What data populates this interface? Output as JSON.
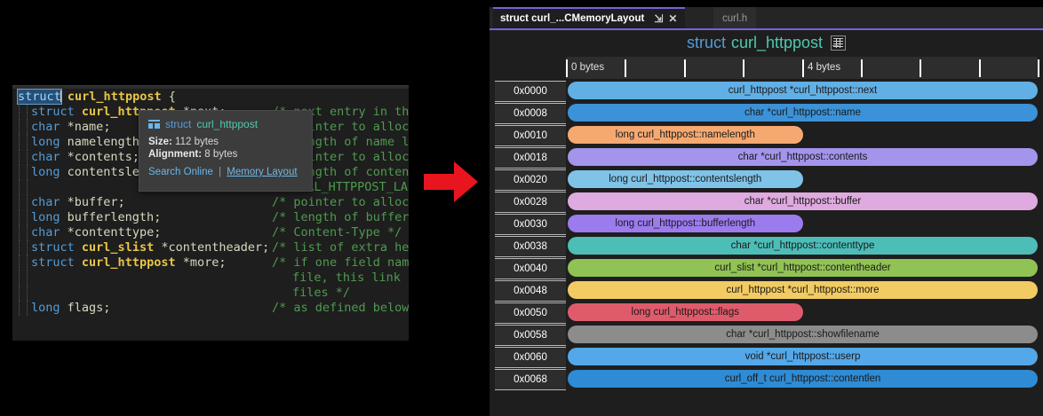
{
  "code_editor": {
    "lines": [
      {
        "indent": 0,
        "code": "struct curl_httppost {",
        "comment": "",
        "selected_word": "struct"
      },
      {
        "indent": 1,
        "code": "struct curl_httppost *next;",
        "comment": "/* next entry in the"
      },
      {
        "indent": 1,
        "code": "char *name;",
        "comment": "/* pointer to allocat"
      },
      {
        "indent": 1,
        "code": "long namelength;",
        "comment": "/* length of name len"
      },
      {
        "indent": 1,
        "code": "char *contents;",
        "comment": "/* pointer to allocat"
      },
      {
        "indent": 1,
        "code": "long contentslength;",
        "comment": "/* length of contents"
      },
      {
        "indent": 1,
        "code": "",
        "comment": "CURL_HTTPPOST_LARG"
      },
      {
        "indent": 1,
        "code": "char *buffer;",
        "comment": "/* pointer to allocat"
      },
      {
        "indent": 1,
        "code": "long bufferlength;",
        "comment": "/* length of buffer f"
      },
      {
        "indent": 1,
        "code": "char *contenttype;",
        "comment": "/* Content-Type */"
      },
      {
        "indent": 1,
        "code": "struct curl_slist *contentheader;",
        "comment": "/* list of extra head"
      },
      {
        "indent": 1,
        "code": "struct curl_httppost *more;",
        "comment": "/* if one field name"
      },
      {
        "indent": 1,
        "code": "",
        "comment": "file, this link sh"
      },
      {
        "indent": 1,
        "code": "",
        "comment": "files */"
      },
      {
        "indent": 1,
        "code": "long flags;",
        "comment": "/* as defined below *"
      }
    ]
  },
  "tooltip": {
    "icon": "memory-layout-icon",
    "keyword": "struct",
    "type_name": "curl_httppost",
    "size_label": "Size:",
    "size_value": "112 bytes",
    "alignment_label": "Alignment:",
    "alignment_value": "8 bytes",
    "search_online_link": "Search Online",
    "separator": "|",
    "memory_layout_link": "Memory Layout"
  },
  "arrow": {
    "name": "red-right-arrow",
    "color": "#E8151E"
  },
  "memory_layout_panel": {
    "tabs": [
      {
        "label": "struct curl_...CMemoryLayout",
        "active": true,
        "pin_icon": "pin-icon",
        "close_icon": "close-icon"
      },
      {
        "label": "curl.h",
        "active": false
      }
    ],
    "title": {
      "keyword": "struct",
      "type_name": "curl_httppost",
      "toggle_icon": "grid-view-icon"
    },
    "ruler": {
      "labels": [
        "0 bytes",
        "4 bytes"
      ],
      "tick_count": 9
    },
    "accent_color": "#7B61D9",
    "rows": [
      {
        "address": "0x0000",
        "field": "curl_httppost *curl_httppost::next",
        "color": "#61AFE4",
        "width_pct": 100
      },
      {
        "address": "0x0008",
        "field": "char *curl_httppost::name",
        "color": "#3B92D8",
        "width_pct": 100
      },
      {
        "address": "0x0010",
        "field": "long curl_httppost::namelength",
        "color": "#F5A971",
        "width_pct": 50
      },
      {
        "address": "0x0018",
        "field": "char *curl_httppost::contents",
        "color": "#A494EC",
        "width_pct": 100
      },
      {
        "address": "0x0020",
        "field": "long curl_httppost::contentslength",
        "color": "#80C3E8",
        "width_pct": 50
      },
      {
        "address": "0x0028",
        "field": "char *curl_httppost::buffer",
        "color": "#DFAADF",
        "width_pct": 100
      },
      {
        "address": "0x0030",
        "field": "long curl_httppost::bufferlength",
        "color": "#9B7BEE",
        "width_pct": 50
      },
      {
        "address": "0x0038",
        "field": "char *curl_httppost::contenttype",
        "color": "#4DBDB8",
        "width_pct": 100
      },
      {
        "address": "0x0040",
        "field": "curl_slist *curl_httppost::contentheader",
        "color": "#90C254",
        "width_pct": 100
      },
      {
        "address": "0x0048",
        "field": "curl_httppost *curl_httppost::more",
        "color": "#F2CB62",
        "width_pct": 100
      },
      {
        "address": "0x0050",
        "field": "long curl_httppost::flags",
        "color": "#DF5B6C",
        "width_pct": 50
      },
      {
        "address": "0x0058",
        "field": "char *curl_httppost::showfilename",
        "color": "#8C8C8C",
        "width_pct": 100
      },
      {
        "address": "0x0060",
        "field": "void *curl_httppost::userp",
        "color": "#54A7E8",
        "width_pct": 100
      },
      {
        "address": "0x0068",
        "field": "curl_off_t curl_httppost::contentlen",
        "color": "#2E8BD4",
        "width_pct": 100
      }
    ]
  }
}
